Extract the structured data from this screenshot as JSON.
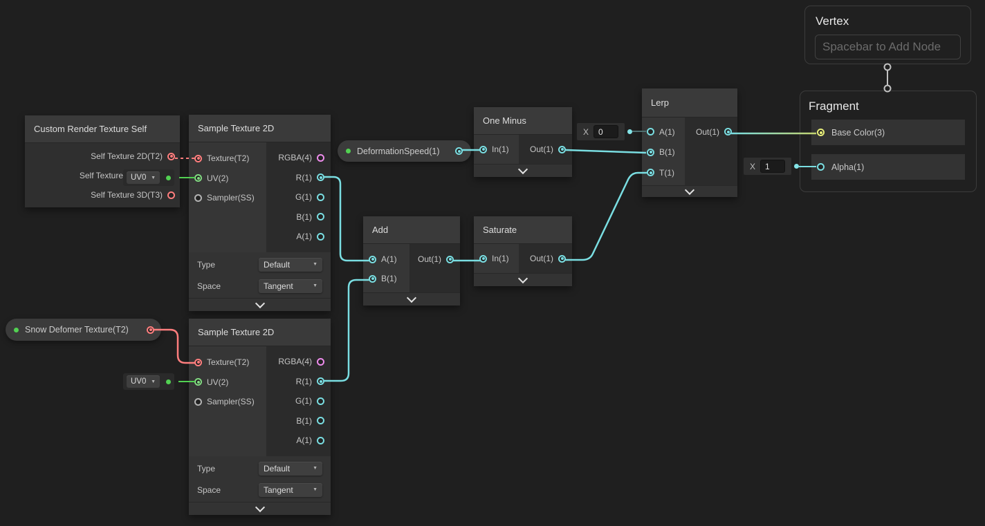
{
  "colors": {
    "float_cyan": "#7adee2",
    "texture_red": "#ff7e7e",
    "uv_green": "#52d152",
    "vec4_pink": "#ee8cec",
    "vec3_yellow": "#e8ef7a",
    "property_green": "#52d152"
  },
  "groups": {
    "vertex": {
      "title": "Vertex",
      "placeholder": "Spacebar to Add Node"
    },
    "fragment": {
      "title": "Fragment",
      "base_color_label": "Base Color(3)",
      "alpha_label": "Alpha(1)"
    }
  },
  "properties": {
    "deformation_speed": {
      "label": "DeformationSpeed(1)"
    },
    "snow_deformer": {
      "label": "Snow Defomer Texture(T2)"
    }
  },
  "nodes": {
    "custom_render_texture": {
      "title": "Custom Render Texture Self",
      "outputs": [
        "Self Texture 2D(T2)",
        "Self Texture",
        "Self Texture 3D(T3)"
      ]
    },
    "sample_a": {
      "title": "Sample Texture 2D",
      "inputs": [
        "Texture(T2)",
        "UV(2)",
        "Sampler(SS)"
      ],
      "outputs": [
        "RGBA(4)",
        "R(1)",
        "G(1)",
        "B(1)",
        "A(1)"
      ],
      "uv_value": "UV0",
      "type_label": "Type",
      "type_value": "Default",
      "space_label": "Space",
      "space_value": "Tangent"
    },
    "sample_b": {
      "title": "Sample Texture 2D",
      "inputs": [
        "Texture(T2)",
        "UV(2)",
        "Sampler(SS)"
      ],
      "outputs": [
        "RGBA(4)",
        "R(1)",
        "G(1)",
        "B(1)",
        "A(1)"
      ],
      "uv_value": "UV0",
      "type_label": "Type",
      "type_value": "Default",
      "space_label": "Space",
      "space_value": "Tangent"
    },
    "one_minus": {
      "title": "One Minus",
      "input": "In(1)",
      "output": "Out(1)"
    },
    "add": {
      "title": "Add",
      "input_a": "A(1)",
      "input_b": "B(1)",
      "output": "Out(1)"
    },
    "saturate": {
      "title": "Saturate",
      "input": "In(1)",
      "output": "Out(1)"
    },
    "lerp": {
      "title": "Lerp",
      "input_a": "A(1)",
      "input_b": "B(1)",
      "input_t": "T(1)",
      "output": "Out(1)",
      "a_field": {
        "label": "X",
        "value": "0"
      }
    }
  },
  "widgets": {
    "alpha_field": {
      "label": "X",
      "value": "1"
    }
  }
}
